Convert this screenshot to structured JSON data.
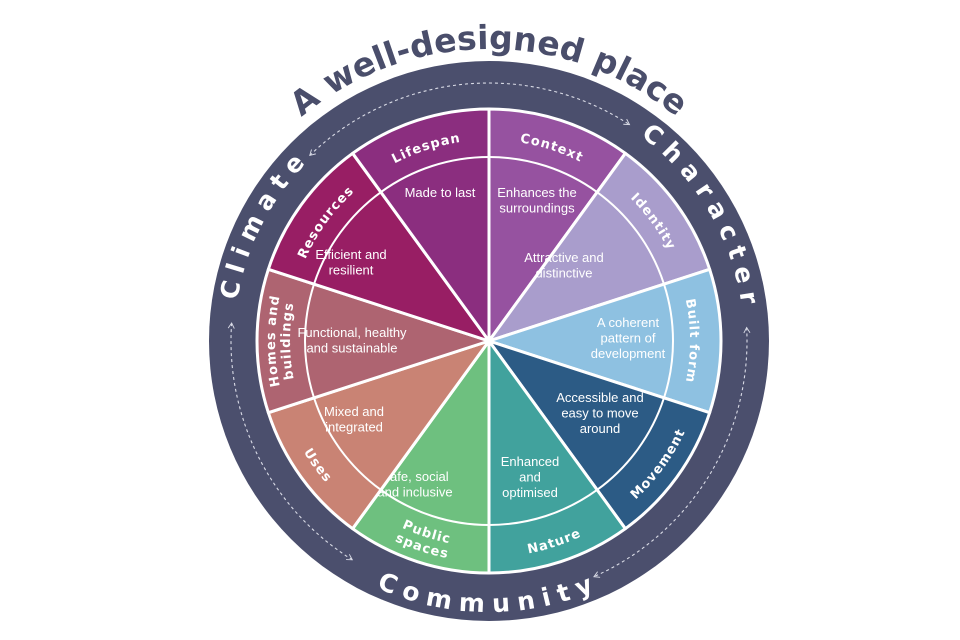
{
  "title": "A well-designed place",
  "colors": {
    "ring": "#4b4f6d",
    "divider": "#ffffff",
    "title": "#4a4e6b",
    "arrow": "#d9dbe6"
  },
  "ring_labels": {
    "climate": "Climate",
    "character": "Character",
    "community": "Community"
  },
  "segments": [
    {
      "label": [
        "Context"
      ],
      "description": [
        "Enhances the",
        "surroundings"
      ],
      "color": "#9652a0"
    },
    {
      "label": [
        "Identity"
      ],
      "description": [
        "Attractive and",
        "distinctive"
      ],
      "color": "#a99dcc"
    },
    {
      "label": [
        "Built form"
      ],
      "description": [
        "A coherent",
        "pattern of",
        "development"
      ],
      "color": "#8ec1e1"
    },
    {
      "label": [
        "Movement"
      ],
      "description": [
        "Accessible and",
        "easy to move",
        "around"
      ],
      "color": "#2c5b85"
    },
    {
      "label": [
        "Nature"
      ],
      "description": [
        "Enhanced",
        "and",
        "optimised"
      ],
      "color": "#41a29d"
    },
    {
      "label": [
        "Public",
        "spaces"
      ],
      "description": [
        "Safe, social",
        "and inclusive"
      ],
      "color": "#6ec07f"
    },
    {
      "label": [
        "Uses"
      ],
      "description": [
        "Mixed and",
        "integrated"
      ],
      "color": "#c98374"
    },
    {
      "label": [
        "Homes and",
        "buildings"
      ],
      "description": [
        "Functional, healthy",
        "and sustainable"
      ],
      "color": "#ae6471"
    },
    {
      "label": [
        "Resources"
      ],
      "description": [
        "Efficient and",
        "resilient"
      ],
      "color": "#981e64"
    },
    {
      "label": [
        "Lifespan"
      ],
      "description": [
        "Made to last"
      ],
      "color": "#8b2e7f"
    }
  ]
}
